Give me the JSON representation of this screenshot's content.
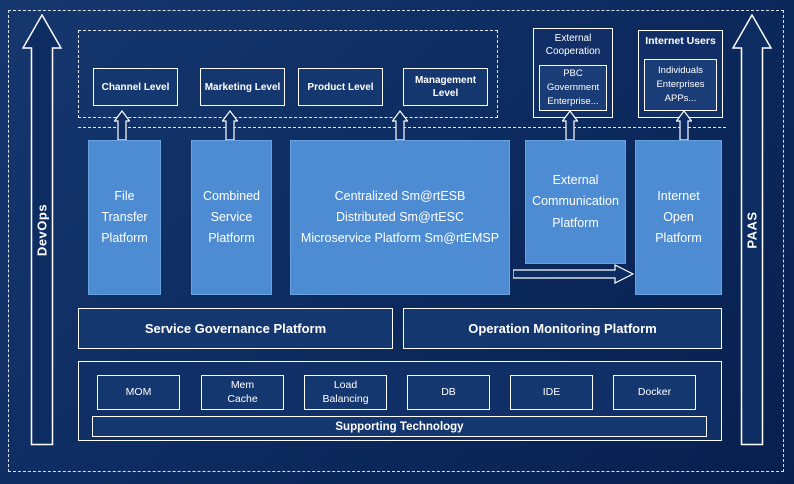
{
  "colors": {
    "background": "#0d2c61",
    "platform_blue": "#4d8cd2",
    "box_navy": "#15376f",
    "border": "#ffffff"
  },
  "side_arrows": {
    "left_label": "DevOps",
    "right_label": "PAAS"
  },
  "top_levels": [
    "Channel Level",
    "Marketing Level",
    "Product Level",
    "Management Level"
  ],
  "external_cooperation": {
    "title": "External\nCooperation",
    "inner": "PBC Government\nEnterprise..."
  },
  "internet_users": {
    "title": "Internet Users",
    "inner": "Individuals\nEnterprises\nAPPs..."
  },
  "platforms": {
    "file_transfer": "File\nTransfer\nPlatform",
    "combined_service": "Combined\nService\nPlatform",
    "esb": "Centralized Sm@rtESB\nDistributed Sm@rtESC\nMicroservice Platform Sm@rtEMSP",
    "external_comm": "External\nCommunication\nPlatform",
    "internet_open": "Internet\nOpen\nPlatform"
  },
  "governance_label": "Service Governance Platform",
  "monitoring_label": "Operation Monitoring Platform",
  "tech_boxes": [
    "MOM",
    "Mem\nCache",
    "Load\nBalancing",
    "DB",
    "IDE",
    "Docker"
  ],
  "supporting_label": "Supporting Technology"
}
